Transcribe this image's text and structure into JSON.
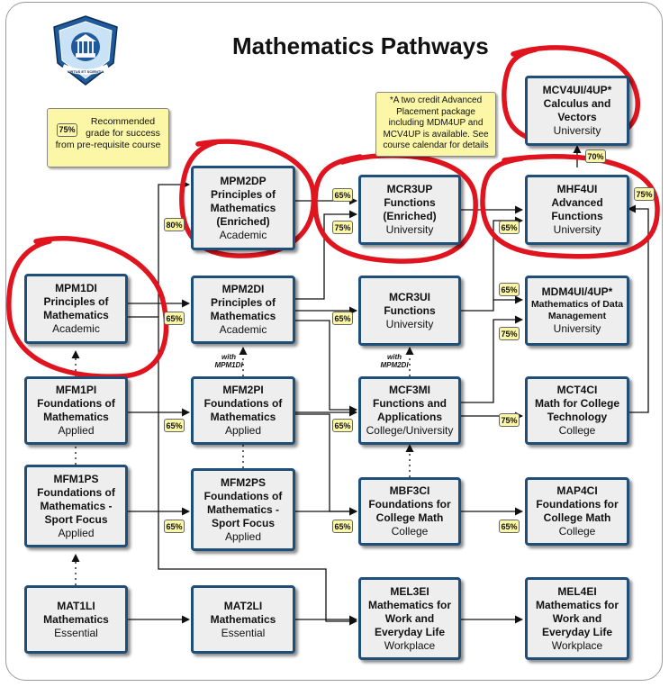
{
  "page": {
    "title": "Mathematics Pathways"
  },
  "logo": {
    "motto": "VIRTUS ET SCIENTIA",
    "icon": "school-crest-icon"
  },
  "legend": {
    "badge": "75%",
    "text": "Recommended grade for success from pre-requisite course"
  },
  "ap_note": {
    "text": "*A two credit Advanced Placement package including MDM4UP and MCV4UP is available. See course calendar for details"
  },
  "courses": {
    "mpm1di": {
      "code": "MPM1DI",
      "title": "Principles of Mathematics",
      "level": "Academic"
    },
    "mfm1pi": {
      "code": "MFM1PI",
      "title": "Foundations of Mathematics",
      "level": "Applied"
    },
    "mfm1ps": {
      "code": "MFM1PS",
      "title": "Foundations of Mathematics - Sport Focus",
      "level": "Applied"
    },
    "mat1li": {
      "code": "MAT1LI",
      "title": "Mathematics",
      "level": "Essential"
    },
    "mpm2dp": {
      "code": "MPM2DP",
      "title": "Principles of Mathematics (Enriched)",
      "level": "Academic"
    },
    "mpm2di": {
      "code": "MPM2DI",
      "title": "Principles of Mathematics",
      "level": "Academic"
    },
    "mfm2pi": {
      "code": "MFM2PI",
      "title": "Foundations of Mathematics",
      "level": "Applied"
    },
    "mfm2ps": {
      "code": "MFM2PS",
      "title": "Foundations of Mathematics - Sport Focus",
      "level": "Applied"
    },
    "mat2li": {
      "code": "MAT2LI",
      "title": "Mathematics",
      "level": "Essential"
    },
    "mcr3up": {
      "code": "MCR3UP",
      "title": "Functions (Enriched)",
      "level": "University"
    },
    "mcr3ui": {
      "code": "MCR3UI",
      "title": "Functions",
      "level": "University"
    },
    "mcf3mi": {
      "code": "MCF3MI",
      "title": "Functions and Applications",
      "level": "College/University"
    },
    "mbf3ci": {
      "code": "MBF3CI",
      "title": "Foundations for College Math",
      "level": "College"
    },
    "mel3ei": {
      "code": "MEL3EI",
      "title": "Mathematics for Work and Everyday Life",
      "level": "Workplace"
    },
    "mcv4ui": {
      "code": "MCV4UI/4UP*",
      "title": "Calculus and Vectors",
      "level": "University"
    },
    "mhf4ui": {
      "code": "MHF4UI",
      "title": "Advanced Functions",
      "level": "University"
    },
    "mdm4ui": {
      "code": "MDM4UI/4UP*",
      "title": "Mathematics of Data Management",
      "level": "University"
    },
    "mct4ci": {
      "code": "MCT4CI",
      "title": "Math for College Technology",
      "level": "College"
    },
    "map4ci": {
      "code": "MAP4CI",
      "title": "Foundations for College Math",
      "level": "College"
    },
    "mel4ei": {
      "code": "MEL4EI",
      "title": "Mathematics for Work and Everyday Life",
      "level": "Workplace"
    }
  },
  "grades": {
    "g80_mpm2dp": "80%",
    "g65_mpm2di": "65%",
    "g65_mfm2pi": "65%",
    "g65_mfm2ps": "65%",
    "g65_mcr3up": "65%",
    "g75_mcr3up": "75%",
    "g65_mcr3ui": "65%",
    "g65_mcf3mi": "65%",
    "g65_mbf3ci": "65%",
    "g70_mcv4ui": "70%",
    "g65_mhf4ui": "65%",
    "g75_mhf4ui": "75%",
    "g65_mdm4ui": "65%",
    "g75_mdm4ui": "75%",
    "g75_mct4ci": "75%",
    "g65_map4ci": "65%"
  },
  "with_labels": {
    "mpm1di": "with MPM1DI",
    "mpm2di": "with MPM2DI"
  },
  "colors": {
    "box_border": "#1f4e79",
    "box_fill": "#eeeeee",
    "note_fill": "#fbf7a6",
    "highlight_circle": "#e0141e",
    "connector": "#111111"
  }
}
